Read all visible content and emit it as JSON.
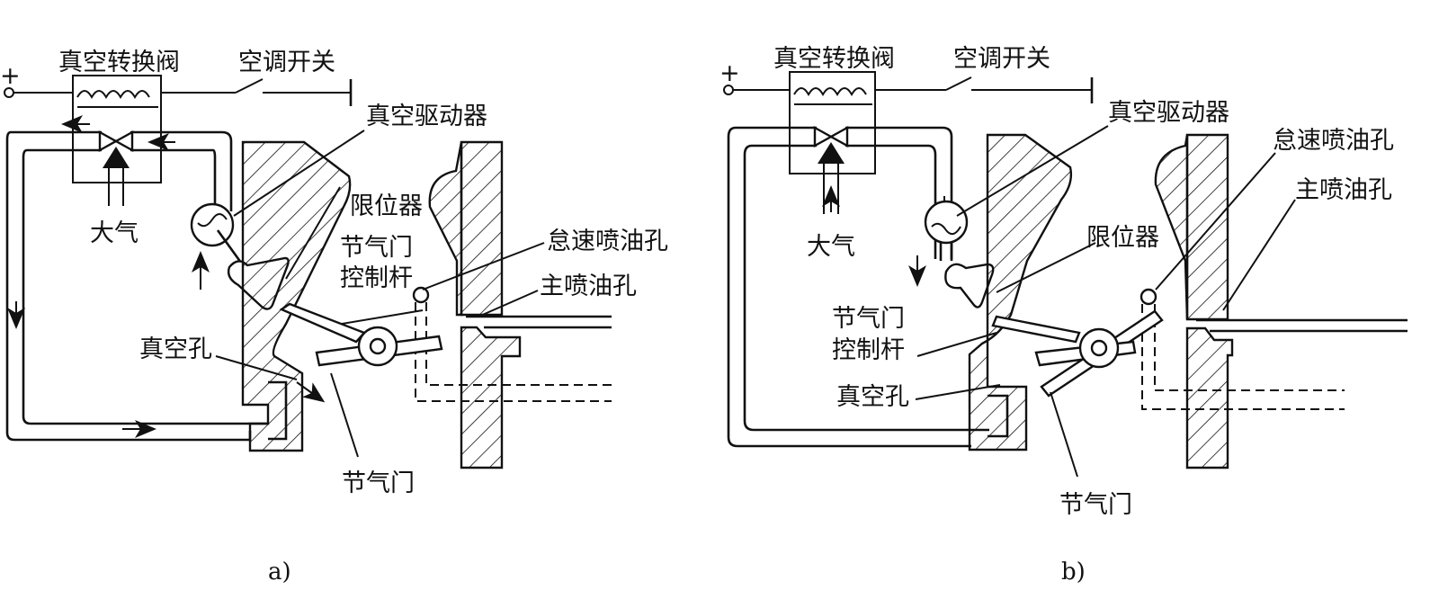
{
  "diagram_a": {
    "caption": "a)",
    "labels": {
      "valve": "真空转换阀",
      "ac_switch": "空调开关",
      "actuator": "真空驱动器",
      "atmosphere": "大气",
      "limiter": "限位器",
      "throttle_lever_line1": "节气门",
      "throttle_lever_line2": "控制杆",
      "idle_port": "怠速喷油孔",
      "main_jet": "主喷油孔",
      "vacuum_port": "真空孔",
      "throttle": "节气门",
      "plus": "+"
    }
  },
  "diagram_b": {
    "caption": "b)",
    "labels": {
      "valve": "真空转换阀",
      "ac_switch": "空调开关",
      "actuator": "真空驱动器",
      "atmosphere": "大气",
      "limiter": "限位器",
      "throttle_lever_line1": "节气门",
      "throttle_lever_line2": "控制杆",
      "idle_port": "怠速喷油孔",
      "main_jet": "主喷油孔",
      "vacuum_port": "真空孔",
      "throttle": "节气门",
      "plus": "+"
    }
  }
}
